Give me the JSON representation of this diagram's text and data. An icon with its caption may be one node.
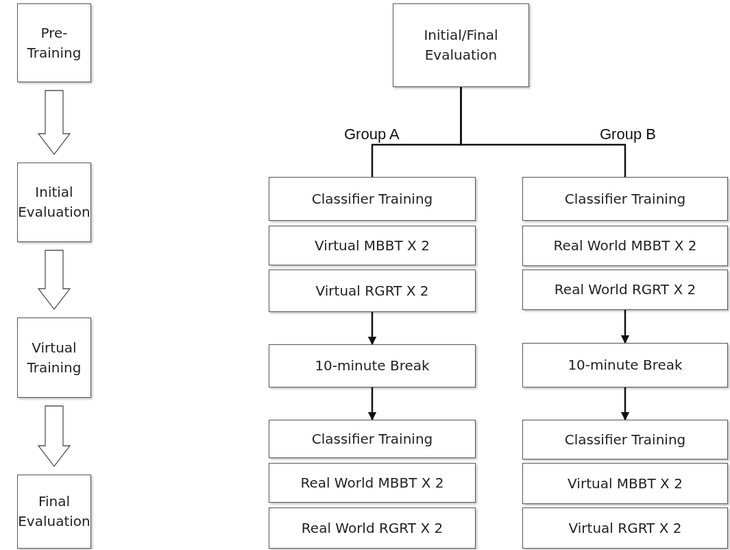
{
  "diagram": {
    "nodes": [
      {
        "text": [
          "Pre-Training"
        ]
      },
      {
        "text": [
          "Initial Evaluation"
        ]
      },
      {
        "text": [
          "Virtual Training"
        ]
      },
      {
        "text": [
          "Final Evaluation"
        ]
      },
      {
        "text": [
          "Initial/Final Evaluation"
        ]
      },
      {
        "text": [
          "Classifier Training"
        ]
      },
      {
        "text": [
          "Virtual MBBT X 2"
        ]
      },
      {
        "text": [
          "Virtual RGRT X 2"
        ]
      },
      {
        "text": [
          "10-minute Break"
        ]
      },
      {
        "text": [
          "Classifier Training"
        ]
      },
      {
        "text": [
          "Real World MBBT X 2"
        ]
      },
      {
        "text": [
          "Real World RGRT X 2"
        ]
      },
      {
        "text": [
          "Classifier Training"
        ]
      },
      {
        "text": [
          "Real World MBBT X 2"
        ]
      },
      {
        "text": [
          "Real World RGRT X 2"
        ]
      },
      {
        "text": [
          "10-minute Break"
        ]
      },
      {
        "text": [
          "Classifier Training"
        ]
      },
      {
        "text": [
          "Virtual MBBT X 2"
        ]
      },
      {
        "text": [
          "Virtual RGRT X 2"
        ]
      }
    ],
    "edges": [
      {
        "from": 0,
        "to": 1,
        "arrow": "to",
        "style": "thick"
      },
      {
        "from": 1,
        "to": 2,
        "arrow": "to",
        "style": "thick"
      },
      {
        "from": 2,
        "to": 3,
        "arrow": "to",
        "style": "thick"
      },
      {
        "from": 4,
        "to": 5,
        "arrow": "none",
        "label": "Group A"
      },
      {
        "from": 4,
        "to": 12,
        "arrow": "none",
        "label": "Group B"
      },
      {
        "from": 7,
        "to": 8,
        "arrow": "to"
      },
      {
        "from": 8,
        "to": 9,
        "arrow": "to"
      },
      {
        "from": 14,
        "to": 15,
        "arrow": "to"
      },
      {
        "from": 15,
        "to": 16,
        "arrow": "to"
      }
    ]
  }
}
